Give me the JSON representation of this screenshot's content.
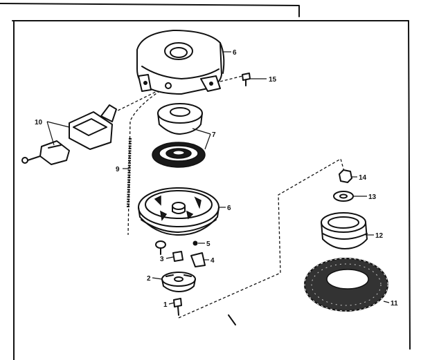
{
  "diagram": {
    "callouts": [
      {
        "id": "c1",
        "text": "1"
      },
      {
        "id": "c2",
        "text": "2"
      },
      {
        "id": "c3",
        "text": "3"
      },
      {
        "id": "c4",
        "text": "4"
      },
      {
        "id": "c5",
        "text": "5"
      },
      {
        "id": "c6a",
        "text": "6"
      },
      {
        "id": "c6b",
        "text": "6"
      },
      {
        "id": "c7",
        "text": "7"
      },
      {
        "id": "c9",
        "text": "9"
      },
      {
        "id": "c10",
        "text": "10"
      },
      {
        "id": "c11",
        "text": "11"
      },
      {
        "id": "c12",
        "text": "12"
      },
      {
        "id": "c13",
        "text": "13"
      },
      {
        "id": "c14",
        "text": "14"
      },
      {
        "id": "c15",
        "text": "15"
      }
    ]
  }
}
